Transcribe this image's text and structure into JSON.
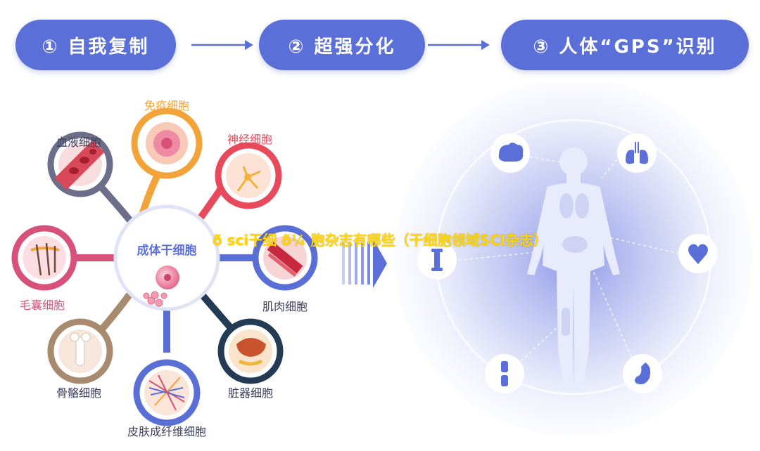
{
  "steps": [
    {
      "label": "① 自我复制"
    },
    {
      "label": "② 超强分化"
    },
    {
      "label": "③ 人体“GPS”识别"
    }
  ],
  "center": {
    "label": "成体干细胞"
  },
  "cells": {
    "immune": "免疫细胞",
    "nerve": "神经细胞",
    "muscle": "肌肉细胞",
    "organ": "脏器细胞",
    "skin": "皮肤成纤维细胞",
    "bone": "骨骼细胞",
    "hair": "毛囊细胞",
    "blood": "血液细胞"
  },
  "overlay_title": "ð sci干细 ð¼ 胞杂志有哪些（干细胞领域SCI杂志）",
  "colors": {
    "pill": "#5b6fd9",
    "immune": "#f2a33a",
    "nerve": "#e8495b",
    "muscle": "#5a6fd6",
    "organ": "#233b55",
    "skin": "#5a6fd6",
    "bone": "#a88b6e",
    "hair": "#d8517a",
    "blood": "#6d6f8a"
  },
  "body_icons": [
    "brain-icon",
    "lungs-icon",
    "heart-icon",
    "stomach-icon",
    "knee-joint-icon",
    "bone-icon"
  ]
}
